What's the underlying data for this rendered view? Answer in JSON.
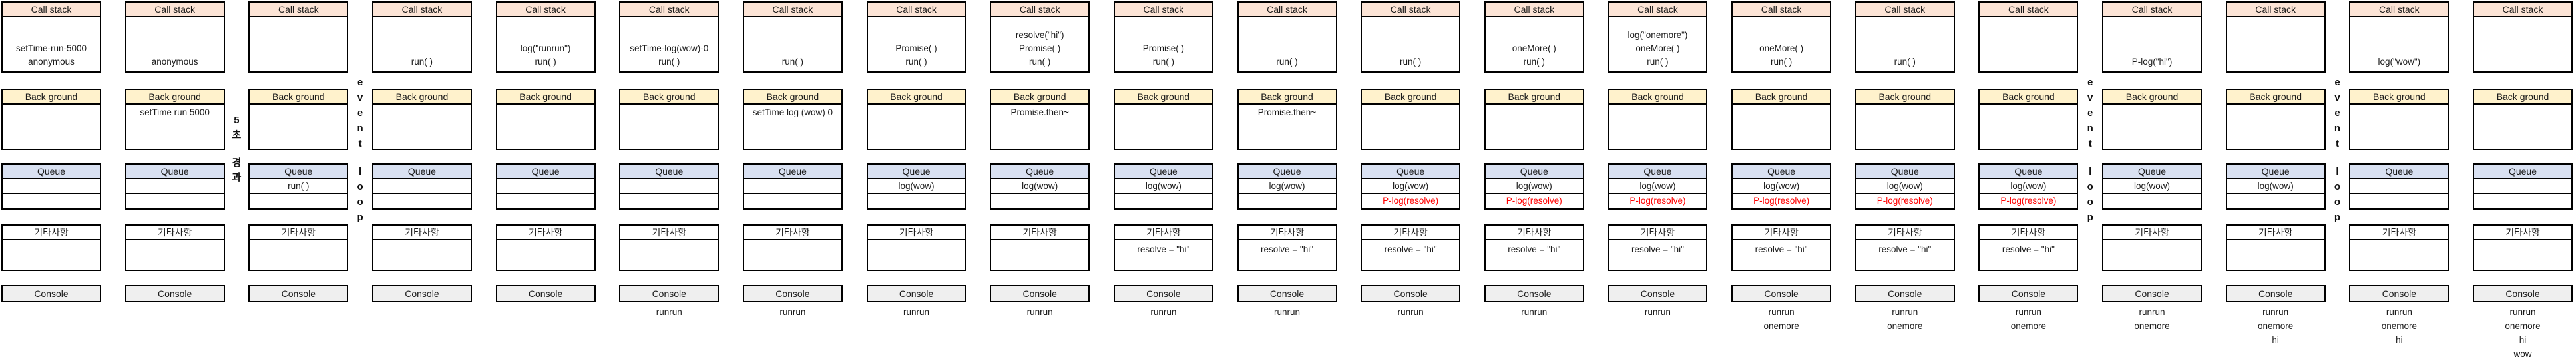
{
  "titles": {
    "call_stack": "Call stack",
    "background": "Back ground",
    "queue": "Queue",
    "notes": "기타사항",
    "console": "Console"
  },
  "colors": {
    "call_stack_header": "#fce4d6",
    "background_header": "#fff2cc",
    "queue_header": "#d9e1f2",
    "notes_header": "#ffffff",
    "console_header": "#efefef",
    "border": "#000000",
    "queue_highlight_text": "#ff0000"
  },
  "separators": [
    {
      "after_column": 2,
      "kind": "elapsed",
      "groups": [
        "5초",
        "경과"
      ]
    },
    {
      "after_column": 3,
      "kind": "event-loop",
      "groups": [
        "event",
        "loop"
      ]
    },
    {
      "after_column": 17,
      "kind": "event-loop",
      "groups": [
        "event",
        "loop"
      ]
    },
    {
      "after_column": 19,
      "kind": "event-loop",
      "groups": [
        "event",
        "loop"
      ]
    }
  ],
  "columns": [
    {
      "call_stack": [
        "setTime-run-5000",
        "anonymous"
      ],
      "background": [],
      "queue": [
        {
          "text": "",
          "red": false
        },
        {
          "text": "",
          "red": false
        }
      ],
      "notes": [],
      "console": []
    },
    {
      "call_stack": [
        "anonymous"
      ],
      "background": [
        "setTime run 5000"
      ],
      "queue": [
        {
          "text": "",
          "red": false
        },
        {
          "text": "",
          "red": false
        }
      ],
      "notes": [],
      "console": []
    },
    {
      "call_stack": [],
      "background": [],
      "queue": [
        {
          "text": "run( )",
          "red": false
        },
        {
          "text": "",
          "red": false
        }
      ],
      "notes": [],
      "console": []
    },
    {
      "call_stack": [
        "run( )"
      ],
      "background": [],
      "queue": [
        {
          "text": "",
          "red": false
        },
        {
          "text": "",
          "red": false
        }
      ],
      "notes": [],
      "console": []
    },
    {
      "call_stack": [
        "log(\"runrun\")",
        "run( )"
      ],
      "background": [],
      "queue": [
        {
          "text": "",
          "red": false
        },
        {
          "text": "",
          "red": false
        }
      ],
      "notes": [],
      "console": []
    },
    {
      "call_stack": [
        "setTime-log(wow)-0",
        "run( )"
      ],
      "background": [],
      "queue": [
        {
          "text": "",
          "red": false
        },
        {
          "text": "",
          "red": false
        }
      ],
      "notes": [],
      "console": [
        "runrun"
      ]
    },
    {
      "call_stack": [
        "run( )"
      ],
      "background": [
        "setTime log (wow) 0"
      ],
      "queue": [
        {
          "text": "",
          "red": false
        },
        {
          "text": "",
          "red": false
        }
      ],
      "notes": [],
      "console": [
        "runrun"
      ]
    },
    {
      "call_stack": [
        "Promise( )",
        "run( )"
      ],
      "background": [],
      "queue": [
        {
          "text": "log(wow)",
          "red": false
        },
        {
          "text": "",
          "red": false
        }
      ],
      "notes": [],
      "console": [
        "runrun"
      ]
    },
    {
      "call_stack": [
        "resolve(\"hi\")",
        "Promise( )",
        "run( )"
      ],
      "background": [
        "Promise.then~"
      ],
      "queue": [
        {
          "text": "log(wow)",
          "red": false
        },
        {
          "text": "",
          "red": false
        }
      ],
      "notes": [],
      "console": [
        "runrun"
      ]
    },
    {
      "call_stack": [
        "Promise( )",
        "run( )"
      ],
      "background": [],
      "queue": [
        {
          "text": "log(wow)",
          "red": false
        },
        {
          "text": "",
          "red": false
        }
      ],
      "notes": [
        "resolve = \"hi\""
      ],
      "console": [
        "runrun"
      ]
    },
    {
      "call_stack": [
        "run( )"
      ],
      "background": [
        "Promise.then~"
      ],
      "queue": [
        {
          "text": "log(wow)",
          "red": false
        },
        {
          "text": "",
          "red": false
        }
      ],
      "notes": [
        "resolve = \"hi\""
      ],
      "console": [
        "runrun"
      ]
    },
    {
      "call_stack": [
        "run( )"
      ],
      "background": [],
      "queue": [
        {
          "text": "log(wow)",
          "red": false
        },
        {
          "text": "P-log(resolve)",
          "red": true
        }
      ],
      "notes": [
        "resolve = \"hi\""
      ],
      "console": [
        "runrun"
      ]
    },
    {
      "call_stack": [
        "oneMore( )",
        "run( )"
      ],
      "background": [],
      "queue": [
        {
          "text": "log(wow)",
          "red": false
        },
        {
          "text": "P-log(resolve)",
          "red": true
        }
      ],
      "notes": [
        "resolve = \"hi\""
      ],
      "console": [
        "runrun"
      ]
    },
    {
      "call_stack": [
        "log(\"onemore\")",
        "oneMore( )",
        "run( )"
      ],
      "background": [],
      "queue": [
        {
          "text": "log(wow)",
          "red": false
        },
        {
          "text": "P-log(resolve)",
          "red": true
        }
      ],
      "notes": [
        "resolve = \"hi\""
      ],
      "console": [
        "runrun"
      ]
    },
    {
      "call_stack": [
        "oneMore( )",
        "run( )"
      ],
      "background": [],
      "queue": [
        {
          "text": "log(wow)",
          "red": false
        },
        {
          "text": "P-log(resolve)",
          "red": true
        }
      ],
      "notes": [
        "resolve = \"hi\""
      ],
      "console": [
        "runrun",
        "onemore"
      ]
    },
    {
      "call_stack": [
        "run( )"
      ],
      "background": [],
      "queue": [
        {
          "text": "log(wow)",
          "red": false
        },
        {
          "text": "P-log(resolve)",
          "red": true
        }
      ],
      "notes": [
        "resolve = \"hi\""
      ],
      "console": [
        "runrun",
        "onemore"
      ]
    },
    {
      "call_stack": [],
      "background": [],
      "queue": [
        {
          "text": "log(wow)",
          "red": false
        },
        {
          "text": "P-log(resolve)",
          "red": true
        }
      ],
      "notes": [
        "resolve = \"hi\""
      ],
      "console": [
        "runrun",
        "onemore"
      ]
    },
    {
      "call_stack": [
        "P-log(\"hi\")"
      ],
      "background": [],
      "queue": [
        {
          "text": "log(wow)",
          "red": false
        },
        {
          "text": "",
          "red": false
        }
      ],
      "notes": [],
      "console": [
        "runrun",
        "onemore"
      ]
    },
    {
      "call_stack": [],
      "background": [],
      "queue": [
        {
          "text": "log(wow)",
          "red": false
        },
        {
          "text": "",
          "red": false
        }
      ],
      "notes": [],
      "console": [
        "runrun",
        "onemore",
        "hi"
      ]
    },
    {
      "call_stack": [
        "log(\"wow\")"
      ],
      "background": [],
      "queue": [
        {
          "text": "",
          "red": false
        },
        {
          "text": "",
          "red": false
        }
      ],
      "notes": [],
      "console": [
        "runrun",
        "onemore",
        "hi"
      ]
    },
    {
      "call_stack": [],
      "background": [],
      "queue": [
        {
          "text": "",
          "red": false
        },
        {
          "text": "",
          "red": false
        }
      ],
      "notes": [],
      "console": [
        "runrun",
        "onemore",
        "hi",
        "wow"
      ]
    }
  ]
}
